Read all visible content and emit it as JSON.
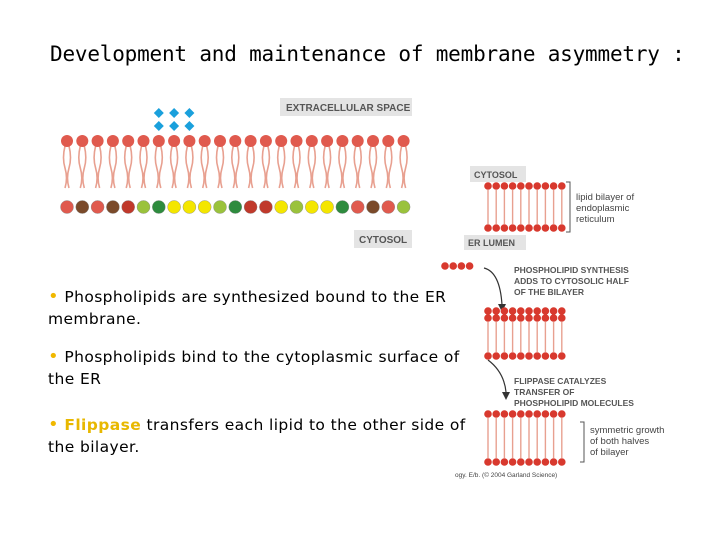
{
  "title": "Development and maintenance of membrane asymmetry :",
  "bullets": [
    {
      "text": " Phospholipids are synthesized bound to the ER membrane."
    },
    {
      "text": "  Phospholipids bind to the cytoplasmic surface of the ER"
    },
    {
      "highlight": "Flippase",
      "text": " transfers each lipid to the other side of the bilayer."
    }
  ],
  "left_figure": {
    "top_label": "EXTRACELLULAR SPACE",
    "bottom_label": "CYTOSOL",
    "colors": {
      "head_top": "#e05a4e",
      "tail": "#e8a090",
      "glycan": "#1aa0dc",
      "bottom_heads": [
        "#e05a4e",
        "#7a4a2a",
        "#c0392b",
        "#9ac23c",
        "#2e8b3e",
        "#f4e600"
      ]
    }
  },
  "right_figure": {
    "cytosol_label": "CYTOSOL",
    "bracket_label": "lipid bilayer of endoplasmic reticulum",
    "lumen_label": "ER LUMEN",
    "step1_label": "PHOSPHOLIPID SYNTHESIS ADDS TO CYTOSOLIC HALF OF THE BILAYER",
    "step2_label": "FLIPPASE CATALYZES TRANSFER OF PHOSPHOLIPID MOLECULES",
    "step3_label": "symmetric growth of both halves of bilayer",
    "credit": "ogy. E/b. (© 2004 Garland Science)"
  }
}
